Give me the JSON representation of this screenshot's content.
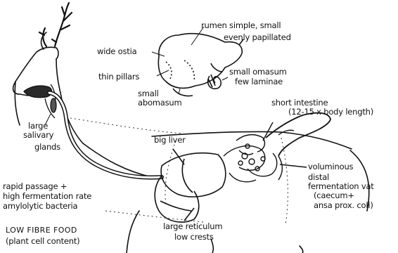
{
  "labels": {
    "rumen": [
      "rumen simple, small",
      "evenly papillated"
    ],
    "wide_ostia": "wide ostia",
    "thin_pillars": "thin pillars",
    "small_omasum": [
      "small omasum",
      "few laminae"
    ],
    "small_abomasum": [
      "small",
      "abomasum"
    ],
    "short_intestine": [
      "short intestine",
      "(12-15 x body length)"
    ],
    "salivary_glands": [
      "large",
      "salivary",
      "glands"
    ],
    "big_liver": "big liver",
    "voluminous": [
      "voluminous",
      "distal",
      "fermentation vat",
      "(caecum+",
      "ansa prox. coli)"
    ],
    "rapid_passage": [
      "rapid passage +",
      "high fermentation rate",
      "amylolytic bacteria"
    ],
    "low_fibre": [
      "LOW FIBRE FOOD",
      "(plant cell content)"
    ],
    "reticulum": [
      "large reticulum",
      "low crests"
    ]
  },
  "colors": {
    "ink": "#111111",
    "dashed": "#333333",
    "paper": "#ffffff"
  }
}
